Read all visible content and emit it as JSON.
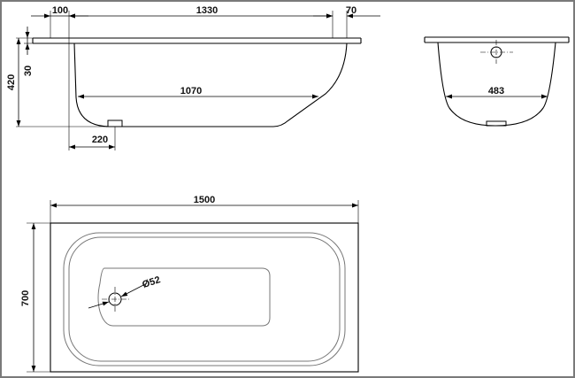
{
  "colors": {
    "background": "#ffffff",
    "frame": "#7a7a7a",
    "line": "#000000",
    "inner_line": "#777777"
  },
  "dimensions": {
    "flange_left": "100",
    "top_length": "1330",
    "flange_right": "70",
    "height": "420",
    "rim_thickness": "30",
    "bottom_length": "1070",
    "drain_offset": "220",
    "end_width": "483",
    "overall_length": "1500",
    "overall_width": "700",
    "drain_diameter": "Ø52"
  }
}
